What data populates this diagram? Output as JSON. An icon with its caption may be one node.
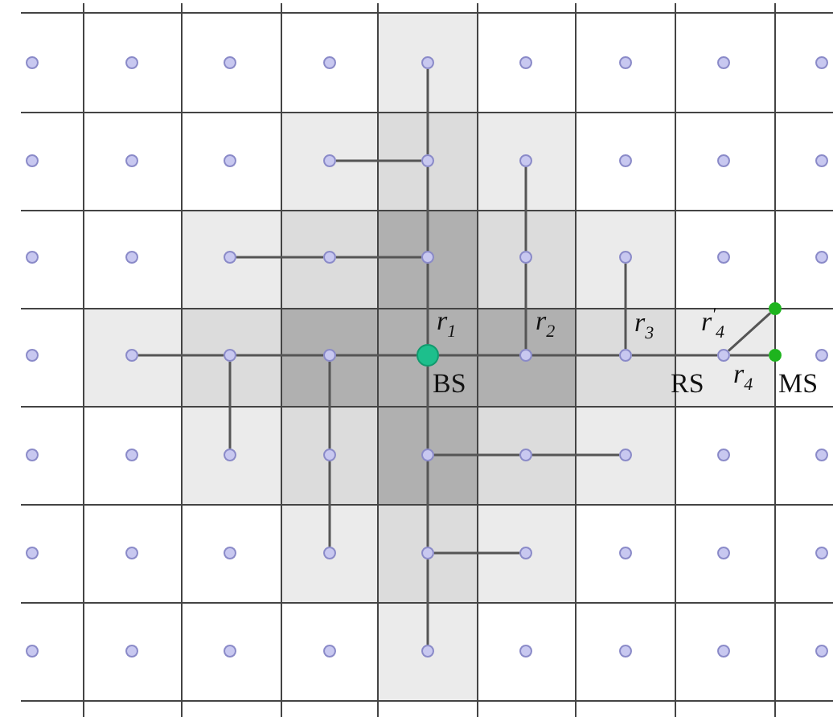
{
  "diagram": {
    "nodes": [
      {
        "text": [],
        "shape": "circle"
      },
      {
        "text": [],
        "shape": "circle"
      },
      {
        "text": [],
        "shape": "circle"
      },
      {
        "text": [],
        "shape": "circle"
      },
      {
        "text": [],
        "shape": "circle"
      },
      {
        "text": [],
        "shape": "circle"
      },
      {
        "text": [],
        "shape": "circle"
      },
      {
        "text": [],
        "shape": "circle"
      },
      {
        "text": [],
        "shape": "circle"
      },
      {
        "text": [],
        "shape": "circle"
      },
      {
        "text": [],
        "shape": "circle"
      },
      {
        "text": [],
        "shape": "circle"
      },
      {
        "text": [],
        "shape": "circle"
      },
      {
        "text": [],
        "shape": "circle"
      },
      {
        "text": [],
        "shape": "circle"
      },
      {
        "text": [],
        "shape": "circle"
      },
      {
        "text": [],
        "shape": "circle"
      },
      {
        "text": [],
        "shape": "circle"
      },
      {
        "text": [],
        "shape": "circle"
      },
      {
        "text": [],
        "shape": "circle"
      },
      {
        "text": [],
        "shape": "circle"
      },
      {
        "text": [],
        "shape": "circle"
      },
      {
        "text": [],
        "shape": "circle"
      },
      {
        "text": [],
        "shape": "circle"
      },
      {
        "text": [],
        "shape": "circle"
      },
      {
        "text": [],
        "shape": "circle"
      },
      {
        "text": [],
        "shape": "circle"
      },
      {
        "text": [],
        "shape": "circle"
      },
      {
        "text": [],
        "shape": "circle"
      },
      {
        "text": [],
        "shape": "circle"
      },
      {
        "text": [],
        "shape": "circle"
      },
      {
        "text": [],
        "shape": "circle"
      },
      {
        "text": [],
        "shape": "circle",
        "beside": [
          "BS"
        ]
      },
      {
        "text": [],
        "shape": "circle"
      },
      {
        "text": [],
        "shape": "circle"
      },
      {
        "text": [],
        "shape": "circle",
        "beside": [
          "RS"
        ]
      },
      {
        "text": [],
        "shape": "circle",
        "beside": [
          "MS"
        ]
      },
      {
        "text": [],
        "shape": "circle"
      },
      {
        "text": [],
        "shape": "circle"
      },
      {
        "text": [],
        "shape": "circle"
      },
      {
        "text": [],
        "shape": "circle"
      },
      {
        "text": [],
        "shape": "circle"
      },
      {
        "text": [],
        "shape": "circle"
      },
      {
        "text": [],
        "shape": "circle"
      },
      {
        "text": [],
        "shape": "circle"
      },
      {
        "text": [],
        "shape": "circle"
      },
      {
        "text": [],
        "shape": "circle"
      },
      {
        "text": [],
        "shape": "circle"
      },
      {
        "text": [],
        "shape": "circle"
      },
      {
        "text": [],
        "shape": "circle"
      },
      {
        "text": [],
        "shape": "circle"
      },
      {
        "text": [],
        "shape": "circle"
      },
      {
        "text": [],
        "shape": "circle"
      },
      {
        "text": [],
        "shape": "circle"
      },
      {
        "text": [],
        "shape": "circle"
      },
      {
        "text": [],
        "shape": "circle"
      },
      {
        "text": [],
        "shape": "circle"
      },
      {
        "text": [],
        "shape": "circle"
      },
      {
        "text": [],
        "shape": "circle"
      },
      {
        "text": [],
        "shape": "circle"
      },
      {
        "text": [],
        "shape": "circle"
      },
      {
        "text": [],
        "shape": "circle"
      },
      {
        "text": [],
        "shape": "circle"
      },
      {
        "text": [],
        "shape": "circle"
      },
      {
        "text": [],
        "shape": "circle"
      }
    ],
    "edges": [
      {
        "from": 32,
        "to": 22,
        "arrow": "none"
      },
      {
        "from": 22,
        "to": 13,
        "arrow": "none"
      },
      {
        "from": 13,
        "to": 4,
        "arrow": "none"
      },
      {
        "from": 13,
        "to": 12,
        "arrow": "none"
      },
      {
        "from": 22,
        "to": 21,
        "arrow": "none"
      },
      {
        "from": 21,
        "to": 20,
        "arrow": "none"
      },
      {
        "from": 32,
        "to": 31,
        "arrow": "none"
      },
      {
        "from": 31,
        "to": 30,
        "arrow": "none"
      },
      {
        "from": 30,
        "to": 29,
        "arrow": "none"
      },
      {
        "from": 31,
        "to": 41,
        "arrow": "none"
      },
      {
        "from": 41,
        "to": 50,
        "arrow": "none"
      },
      {
        "from": 30,
        "to": 40,
        "arrow": "none"
      },
      {
        "from": 32,
        "to": 42,
        "arrow": "none"
      },
      {
        "from": 42,
        "to": 51,
        "arrow": "none"
      },
      {
        "from": 51,
        "to": 60,
        "arrow": "none"
      },
      {
        "from": 42,
        "to": 43,
        "arrow": "none"
      },
      {
        "from": 43,
        "to": 44,
        "arrow": "none"
      },
      {
        "from": 51,
        "to": 52,
        "arrow": "none"
      },
      {
        "from": 32,
        "to": 33,
        "arrow": "none",
        "label": "r$_{1}$"
      },
      {
        "from": 33,
        "to": 34,
        "arrow": "none",
        "label": "r$_{2}$"
      },
      {
        "from": 34,
        "to": 35,
        "arrow": "none",
        "label": "r$_{3}$"
      },
      {
        "from": 35,
        "to": 36,
        "arrow": "none",
        "label": "r$_{4}$"
      },
      {
        "from": 35,
        "to": 27,
        "arrow": "none",
        "label": "r$^{'}$$_{4}$"
      },
      {
        "from": 33,
        "to": 23,
        "arrow": "none"
      },
      {
        "from": 23,
        "to": 14,
        "arrow": "none"
      },
      {
        "from": 34,
        "to": 24,
        "arrow": "none"
      }
    ]
  }
}
